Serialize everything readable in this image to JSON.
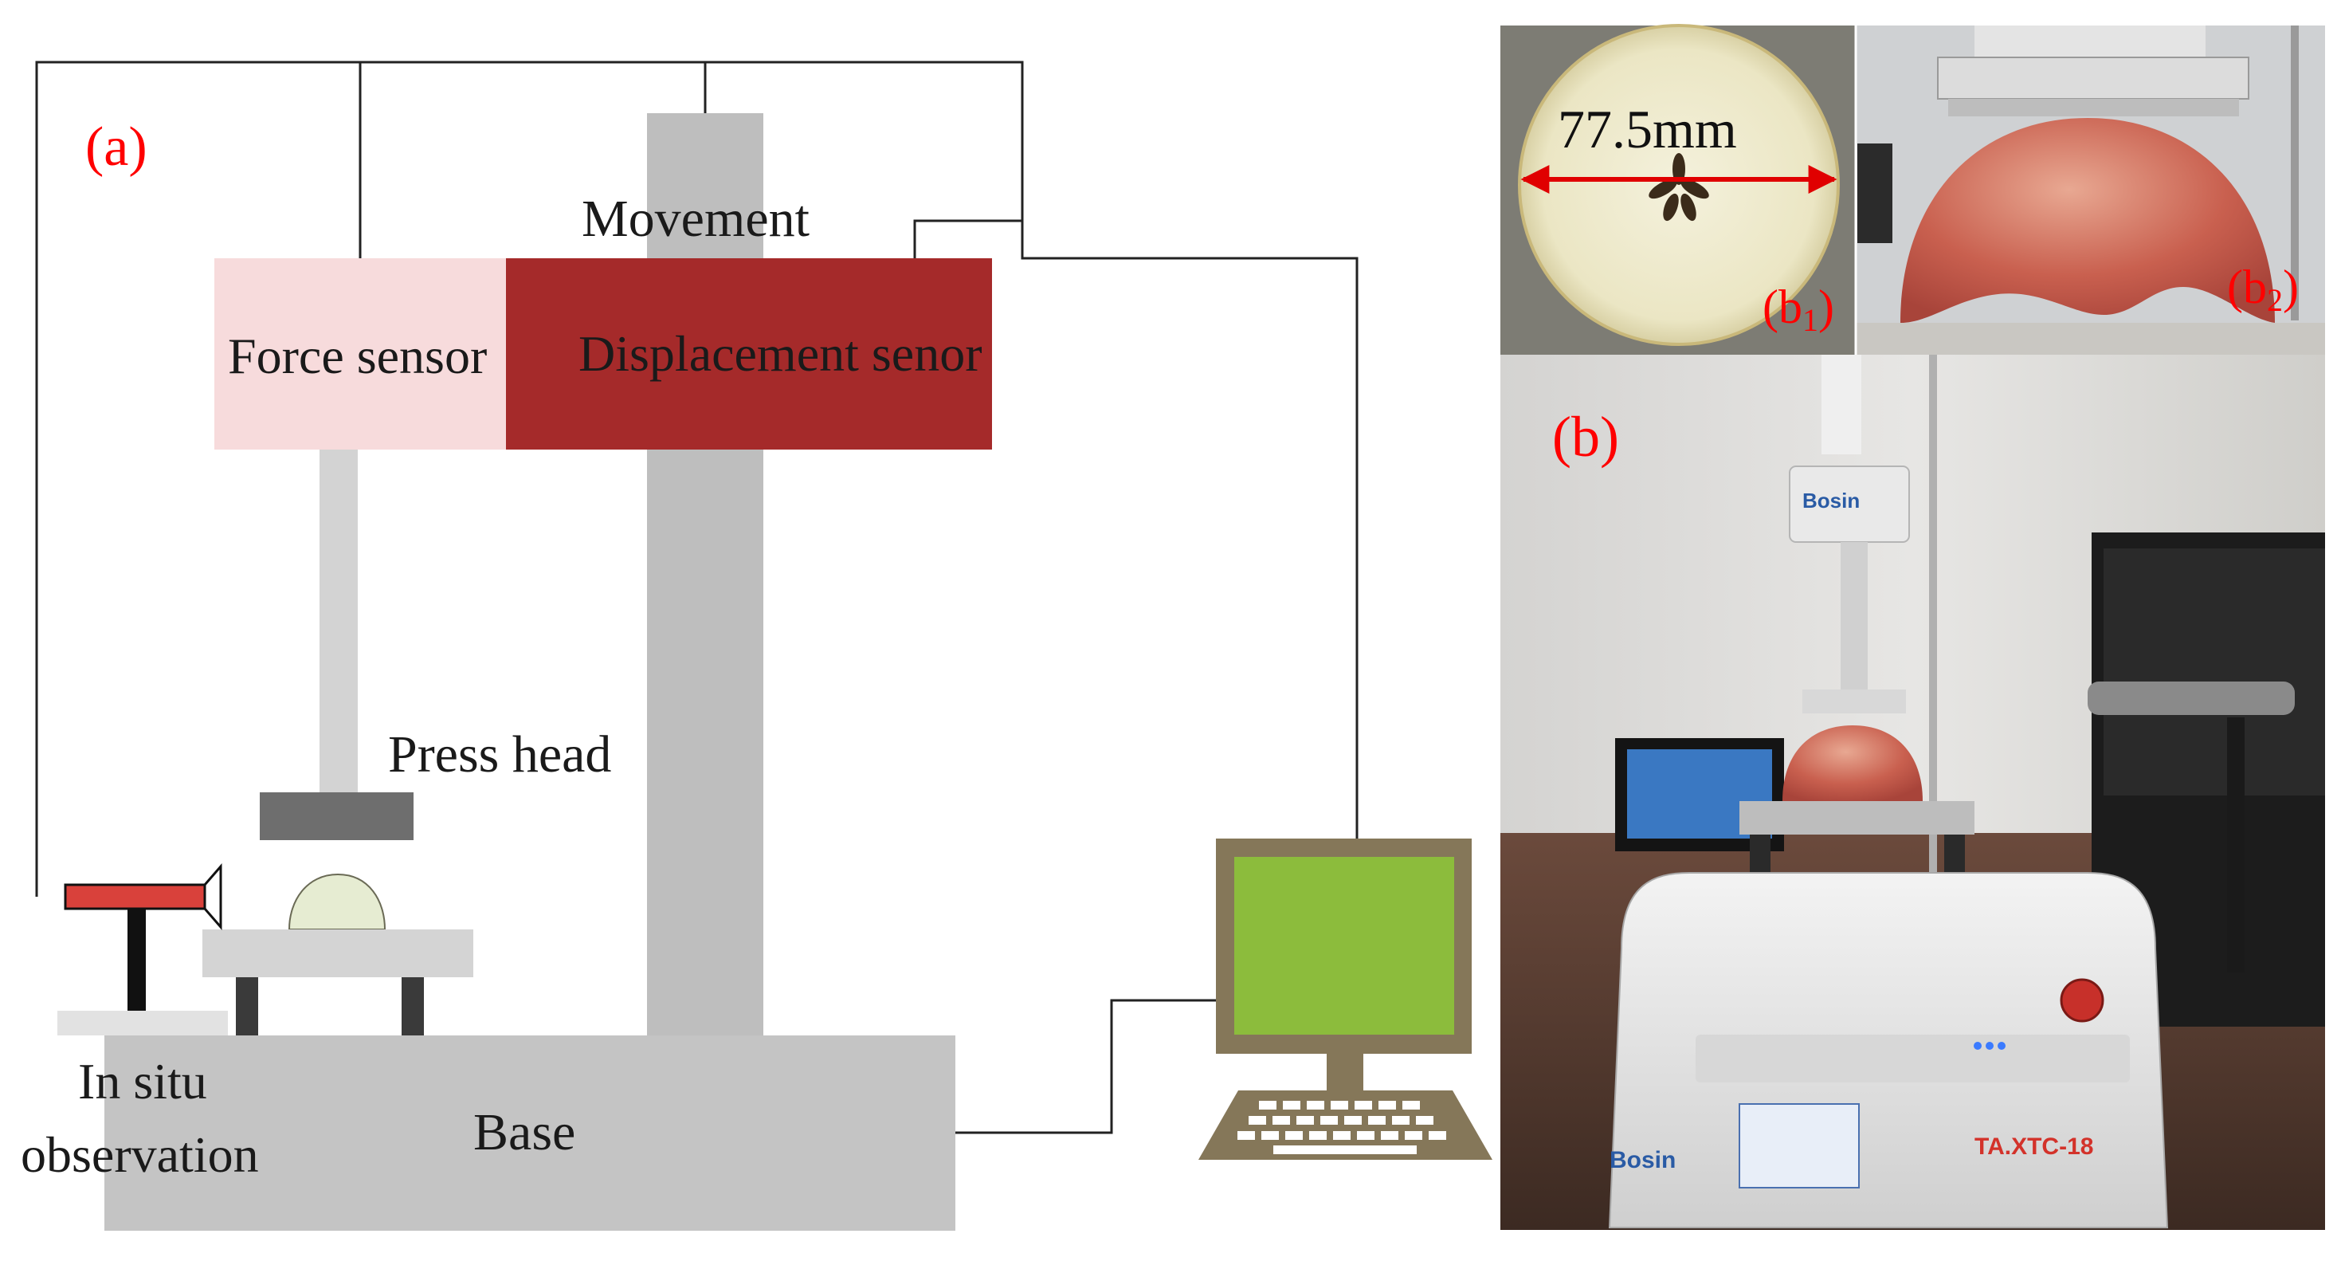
{
  "panel_a": {
    "tag": "(a)",
    "labels": {
      "movement": "Movement",
      "force_sensor": "Force sensor",
      "displacement_sensor": "Displacement senor",
      "press_head": "Press head",
      "in_situ_line1": "In situ",
      "in_situ_line2": "observation",
      "base": "Base"
    },
    "colors": {
      "force_sensor": "#f7dbdc",
      "displacement_sensor": "#a52a2a",
      "column": "#bebebe",
      "press_rod": "#d3d3d3",
      "press_head": "#6e6e6e",
      "camera": "#d9413b",
      "monitor_screen": "#8cbc3c",
      "computer_frame": "#857759",
      "tag_text": "#ff0000"
    }
  },
  "panel_b": {
    "tag_main": "(b)",
    "tag_b1": "(b",
    "tag_b1_sub": "1",
    "tag_b2": "(b",
    "tag_b2_sub": "2",
    "paren_close": ")",
    "measurement": "77.5mm",
    "brand": "Bosin",
    "model": "TA.XTC-18"
  }
}
